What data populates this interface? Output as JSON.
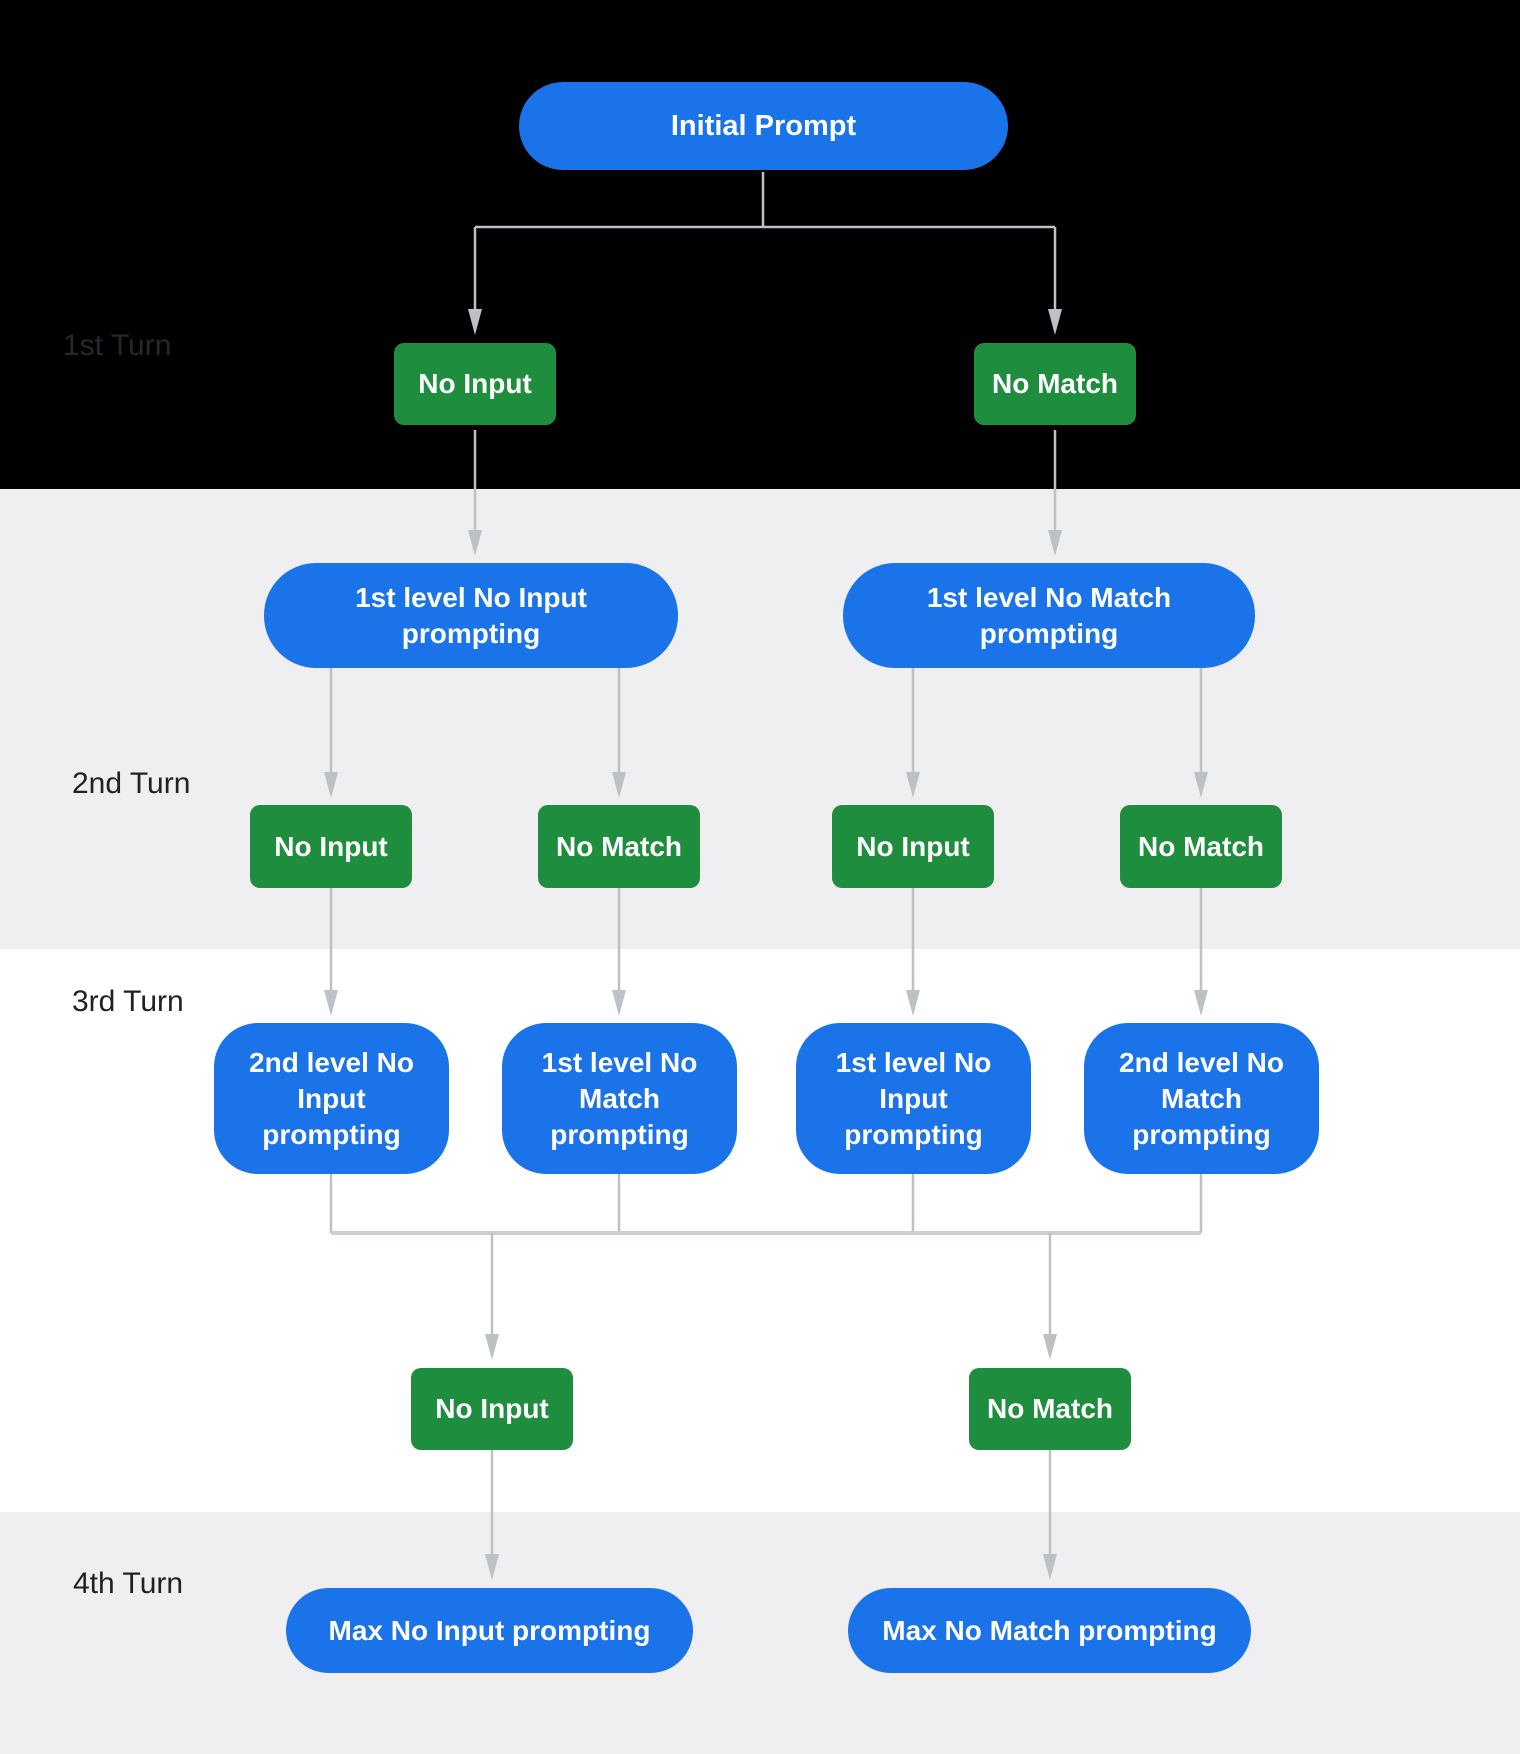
{
  "palette": {
    "prompt_blue": "#1a73e8",
    "event_green": "#1e8e3e",
    "connector_gray": "#bdc1c6",
    "bus_gray": "#cbced2",
    "band_black": "#000000",
    "band_gray": "#efeff1",
    "band_white": "#ffffff",
    "node_text": "#ffffff",
    "turn_label": "#202124"
  },
  "turns": [
    {
      "label": "1st Turn"
    },
    {
      "label": "2nd Turn"
    },
    {
      "label": "3rd Turn"
    },
    {
      "label": "4th Turn"
    }
  ],
  "nodes": {
    "initial": {
      "label": "Initial Prompt"
    },
    "turn1_events": [
      {
        "label": "No Input"
      },
      {
        "label": "No Match"
      }
    ],
    "turn2_prompts": [
      {
        "label": "1st level No Input prompting"
      },
      {
        "label": "1st level No Match prompting"
      }
    ],
    "turn2_events": [
      {
        "label": "No Input"
      },
      {
        "label": "No Match"
      },
      {
        "label": "No Input"
      },
      {
        "label": "No Match"
      }
    ],
    "turn3_prompts": [
      {
        "label": "2nd level No Input prompting"
      },
      {
        "label": "1st level No Match prompting"
      },
      {
        "label": "1st level No Input prompting"
      },
      {
        "label": "2nd level No Match prompting"
      }
    ],
    "turn3_events": [
      {
        "label": "No Input"
      },
      {
        "label": "No Match"
      }
    ],
    "turn4_prompts": [
      {
        "label": "Max No Input prompting"
      },
      {
        "label": "Max No Match prompting"
      }
    ]
  }
}
